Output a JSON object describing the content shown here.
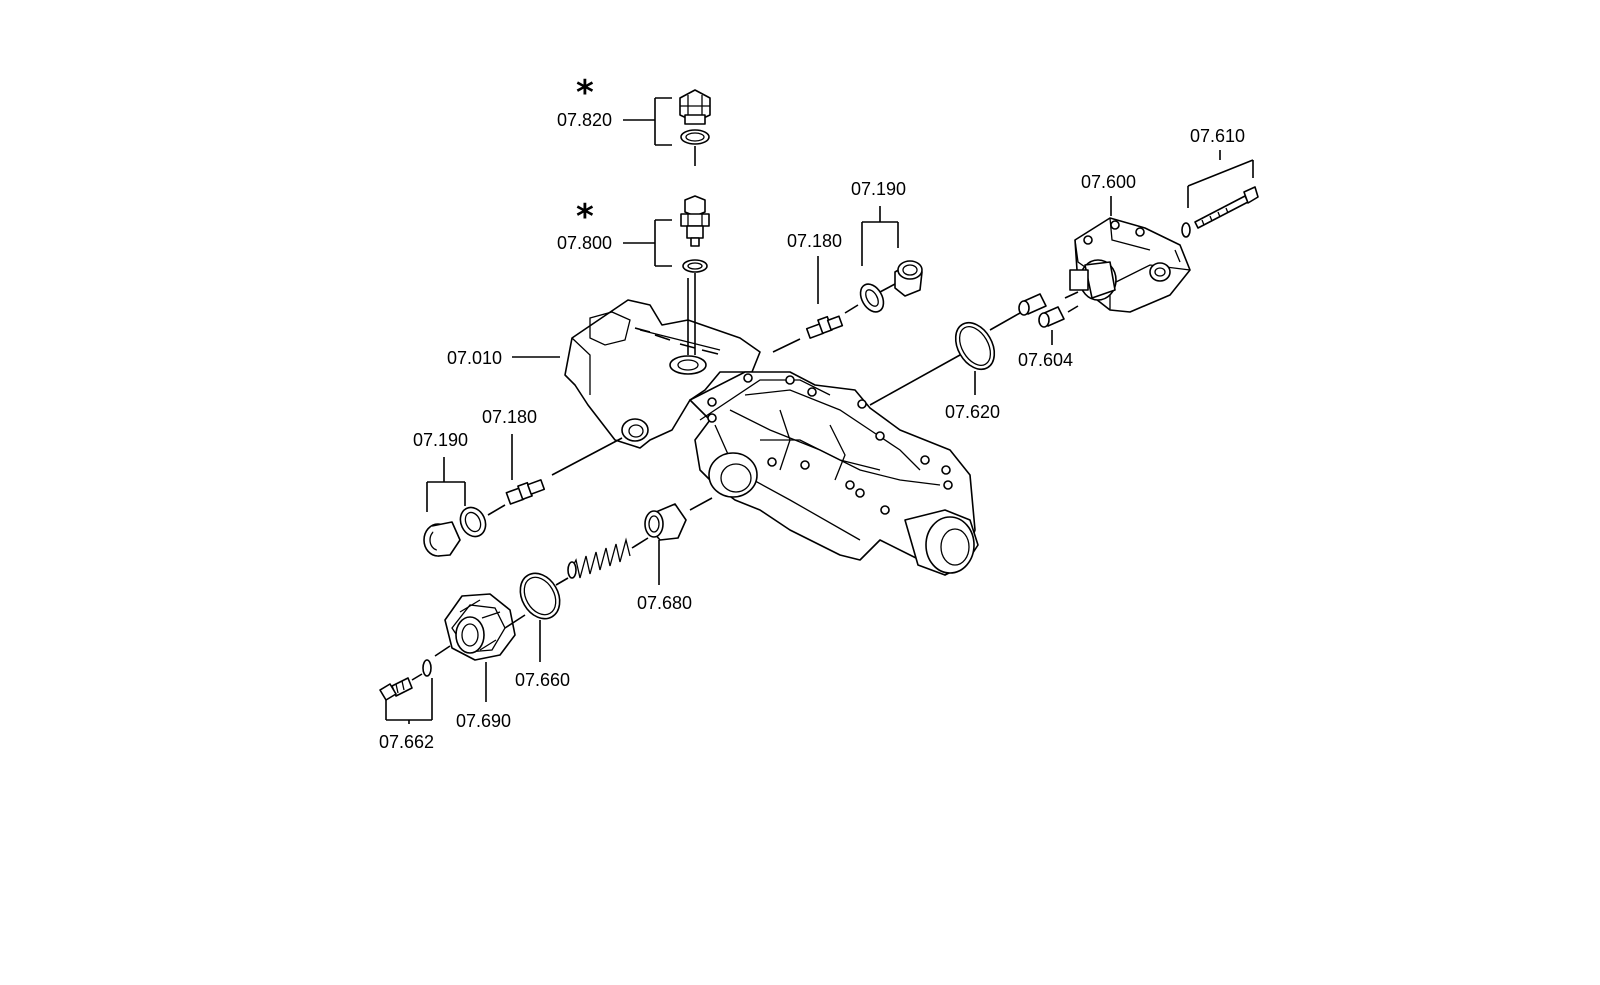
{
  "labels": {
    "p07_820": "07.820",
    "p07_800": "07.800",
    "p07_010": "07.010",
    "p07_180_top": "07.180",
    "p07_190_top": "07.190",
    "p07_600": "07.600",
    "p07_610": "07.610",
    "p07_604": "07.604",
    "p07_620": "07.620",
    "p07_190_left": "07.190",
    "p07_180_left": "07.180",
    "p07_680": "07.680",
    "p07_660": "07.660",
    "p07_690": "07.690",
    "p07_662": "07.662"
  },
  "markers": {
    "star_820": "*",
    "star_800": "*"
  }
}
